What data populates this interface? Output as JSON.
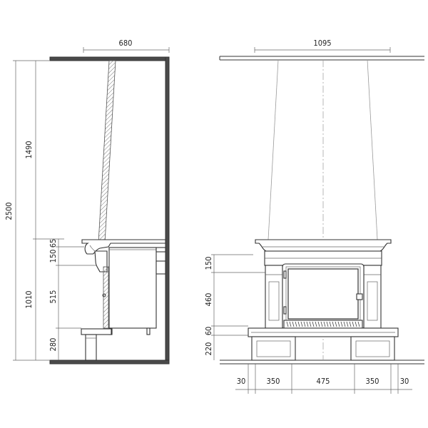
{
  "side_view": {
    "dims": {
      "top_width": "680",
      "total_height": "2500",
      "upper_height": "1490",
      "lower_height": "1010",
      "mantel": "65",
      "frieze": "150",
      "body": "515",
      "plinth": "280"
    }
  },
  "front_view": {
    "dims": {
      "top_width": "1095",
      "frieze": "150",
      "door": "460",
      "hearth": "60",
      "base": "220",
      "bottom": [
        "30",
        "350",
        "475",
        "350",
        "30"
      ]
    }
  }
}
